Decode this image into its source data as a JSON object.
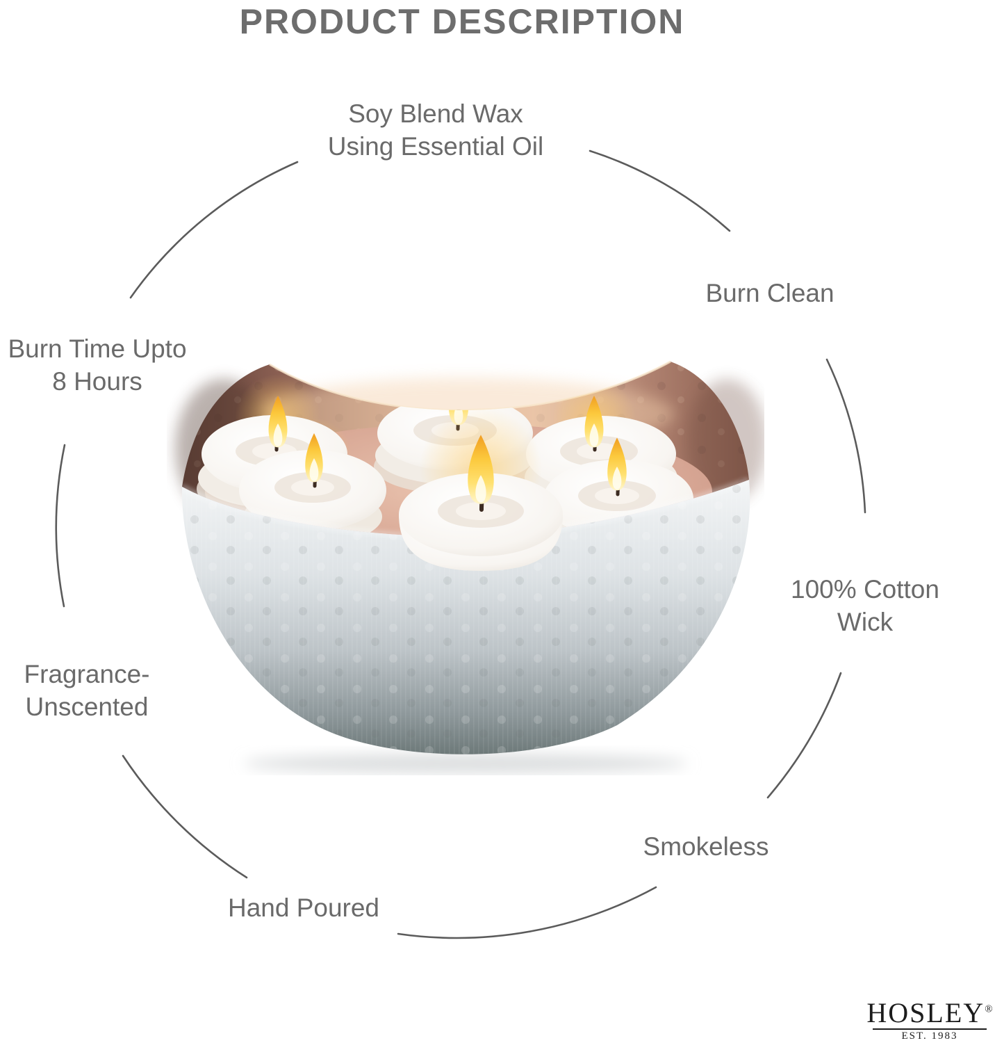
{
  "title": "PRODUCT DESCRIPTION",
  "features": {
    "soy_blend": {
      "line1": "Soy Blend Wax",
      "line2": "Using Essential Oil"
    },
    "burn_time": {
      "line1": "Burn Time Upto",
      "line2": "8 Hours"
    },
    "burn_clean": {
      "line1": "Burn Clean"
    },
    "cotton_wick": {
      "line1": "100% Cotton",
      "line2": "Wick"
    },
    "fragrance": {
      "line1": "Fragrance-",
      "line2": "Unscented"
    },
    "smokeless": {
      "line1": "Smokeless"
    },
    "hand_poured": {
      "line1": "Hand Poured"
    }
  },
  "brand": {
    "name": "HOSLEY",
    "reg": "®",
    "est": "EST. 1983"
  },
  "product_image": {
    "description": "Silver hammered wave-rim bowl with copper interior holding six lit white floating candles",
    "candle_count": 6
  },
  "colors": {
    "label_text": "#6a6a6a",
    "title_text": "#6d6d6d",
    "arc_line": "#5b5b5b",
    "logo_text": "#1c1c1c",
    "bowl_silver": "#c6ccd0",
    "bowl_copper": "#c49a85",
    "candle_wax": "#ffffff",
    "flame": "#ffc24a"
  }
}
